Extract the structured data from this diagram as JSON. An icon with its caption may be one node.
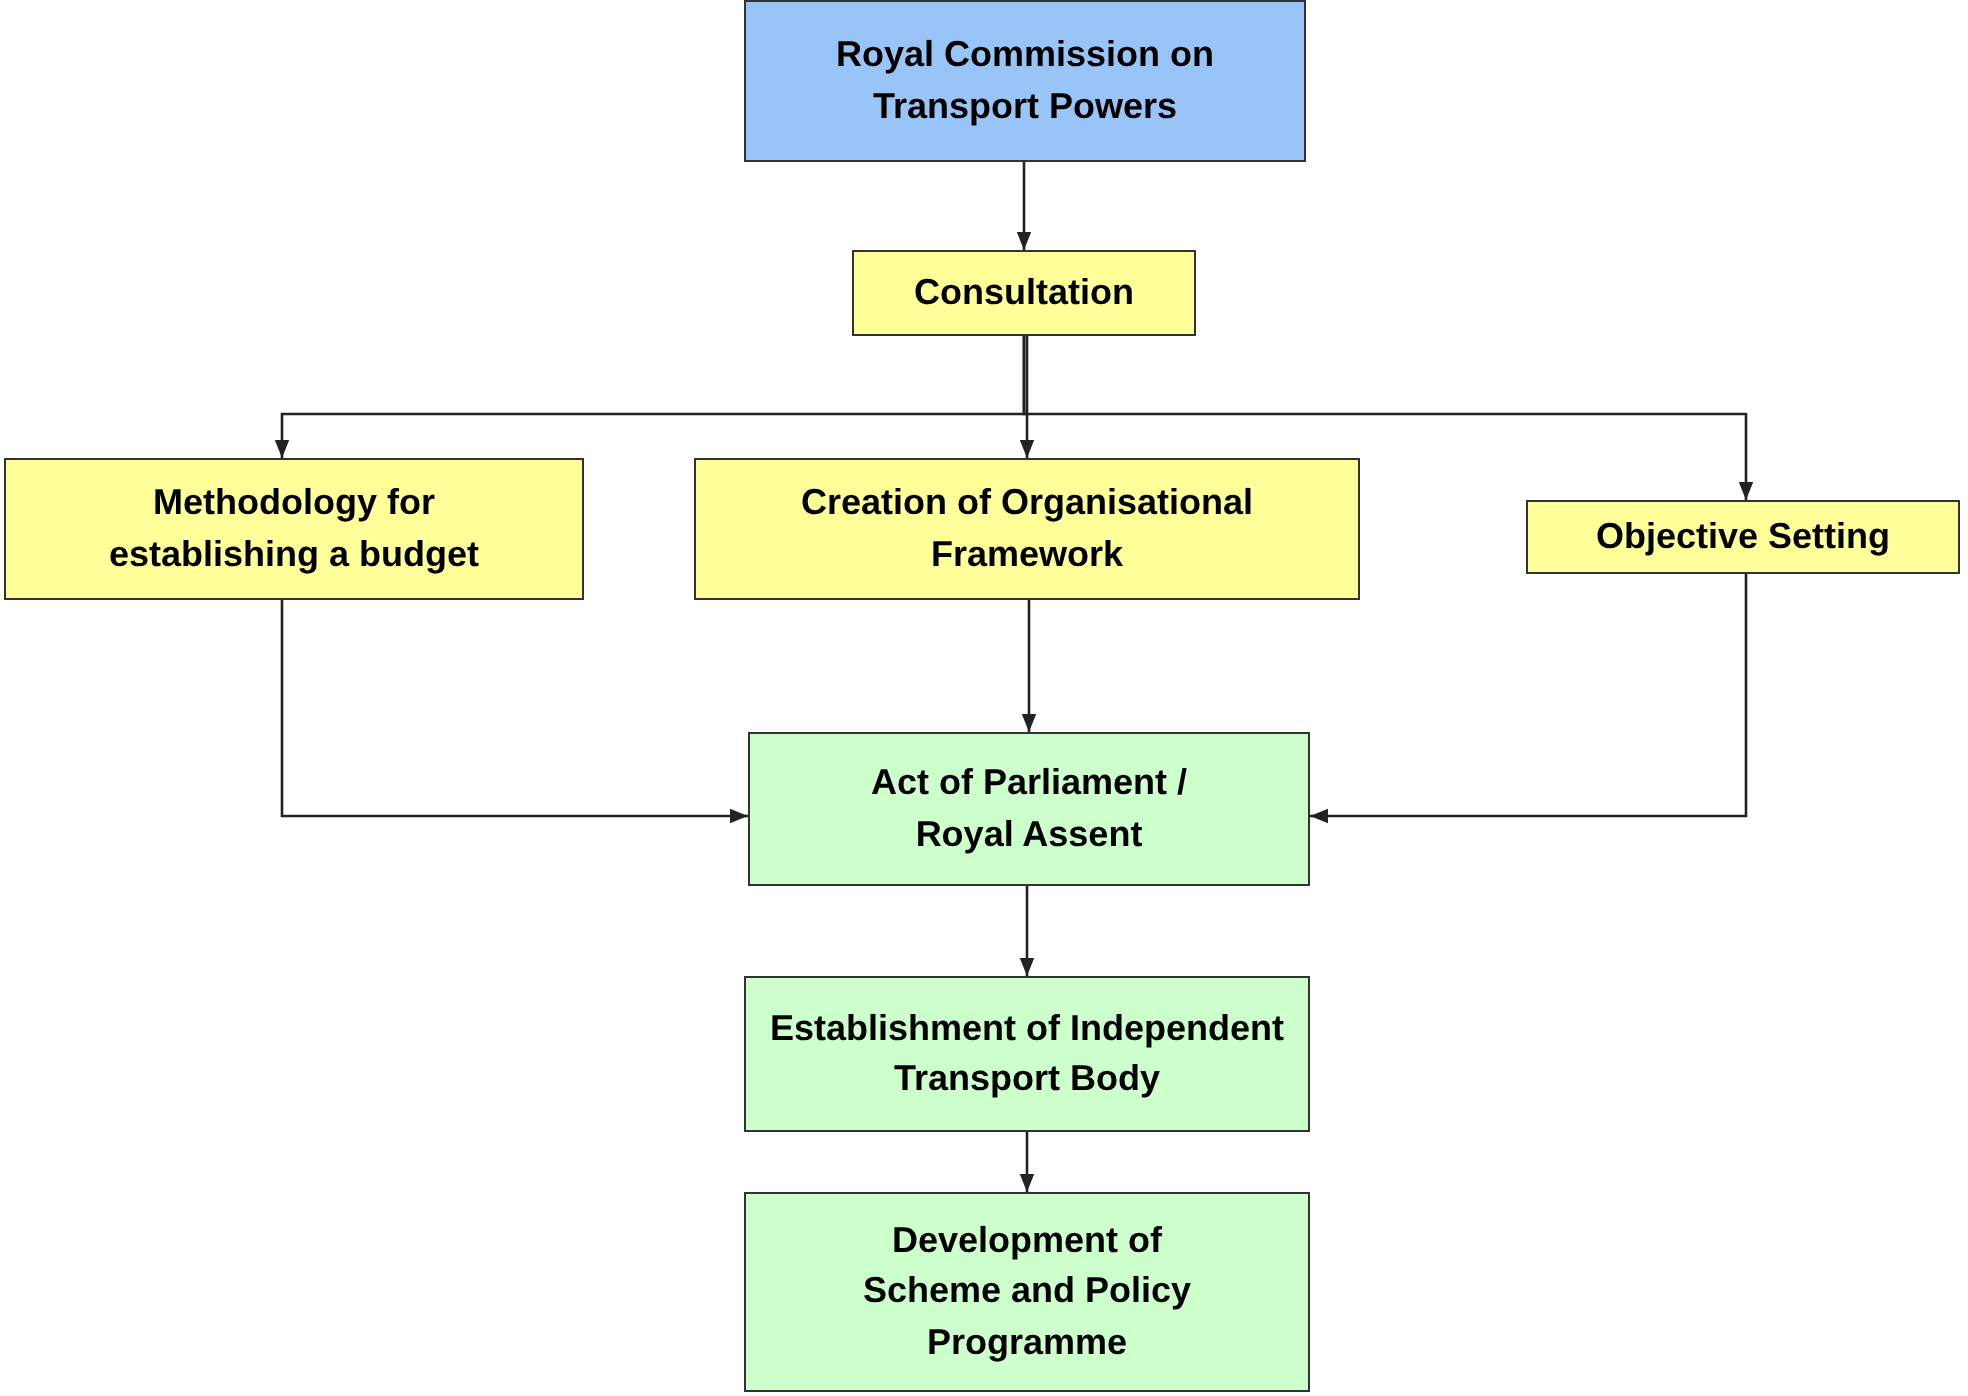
{
  "diagram": {
    "nodes": [
      {
        "text": [
          "Royal Commission on Transport Powers"
        ]
      },
      {
        "text": [
          "Consultation"
        ]
      },
      {
        "text": [
          "Methodology for establishing a budget"
        ]
      },
      {
        "text": [
          "Creation of Organisational Framework"
        ]
      },
      {
        "text": [
          "Objective Setting"
        ]
      },
      {
        "text": [
          "Act of Parliament / Royal Assent"
        ]
      },
      {
        "text": [
          "Establishment of Independent Transport Body"
        ]
      },
      {
        "text": [
          "Development of Scheme and Policy Programme"
        ]
      }
    ],
    "edges": [
      {
        "from": 0,
        "to": 1,
        "arrow": "to"
      },
      {
        "from": 1,
        "to": 2,
        "arrow": "to"
      },
      {
        "from": 1,
        "to": 3,
        "arrow": "to"
      },
      {
        "from": 1,
        "to": 4,
        "arrow": "to"
      },
      {
        "from": 2,
        "to": 5,
        "arrow": "to"
      },
      {
        "from": 3,
        "to": 5,
        "arrow": "to"
      },
      {
        "from": 4,
        "to": 5,
        "arrow": "to"
      },
      {
        "from": 5,
        "to": 6,
        "arrow": "to"
      },
      {
        "from": 6,
        "to": 7,
        "arrow": "to"
      }
    ]
  }
}
